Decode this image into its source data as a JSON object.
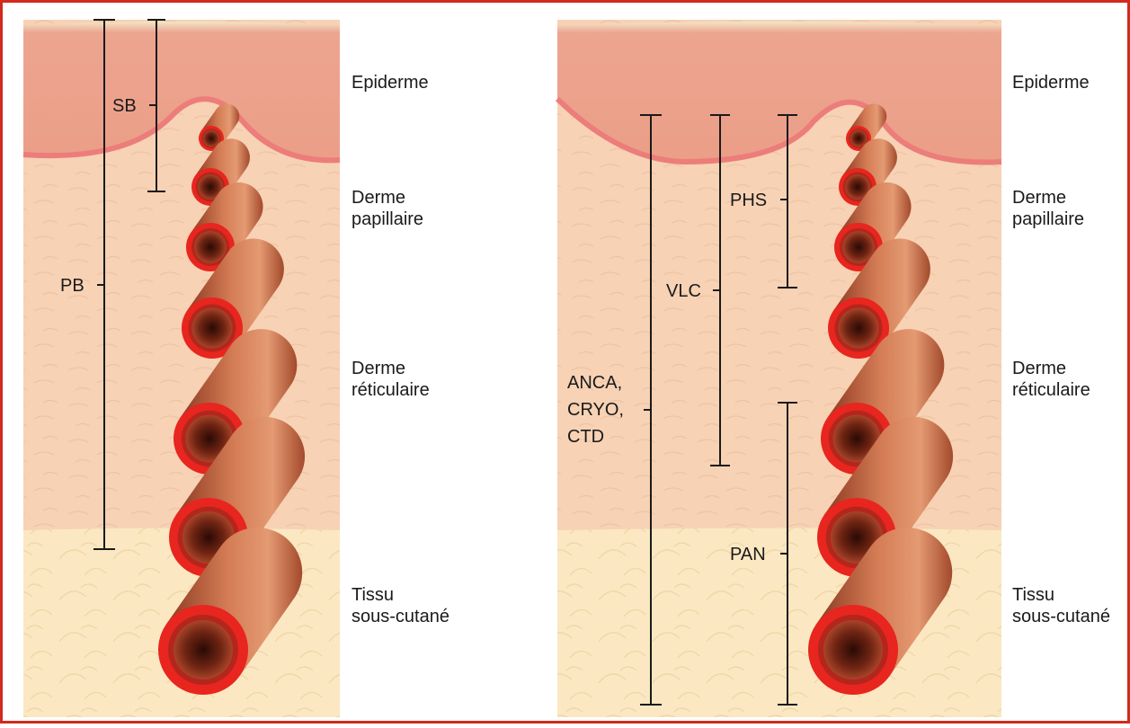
{
  "colors": {
    "frame": "#d22a1c",
    "epidermis": "#eba08c",
    "dermis": "#f7d2b4",
    "subcutaneous": "#fbe8c2",
    "basement_line": "#ec7d7a",
    "vessel_wall": "#e8251e",
    "vessel_body": "#c86848"
  },
  "layers": {
    "epidermis": "Epiderme",
    "papillary_dermis_line1": "Derme",
    "papillary_dermis_line2": "papillaire",
    "reticular_dermis_line1": "Derme",
    "reticular_dermis_line2": "réticulaire",
    "subcutaneous_line1": "Tissu",
    "subcutaneous_line2": "sous-cutané"
  },
  "left_panel": {
    "ranges": {
      "sb": "SB",
      "pb": "PB"
    }
  },
  "right_panel": {
    "ranges": {
      "phs": "PHS",
      "vlc": "VLC",
      "anca_line1": "ANCA,",
      "anca_line2": "CRYO,",
      "anca_line3": "CTD",
      "pan": "PAN"
    }
  }
}
